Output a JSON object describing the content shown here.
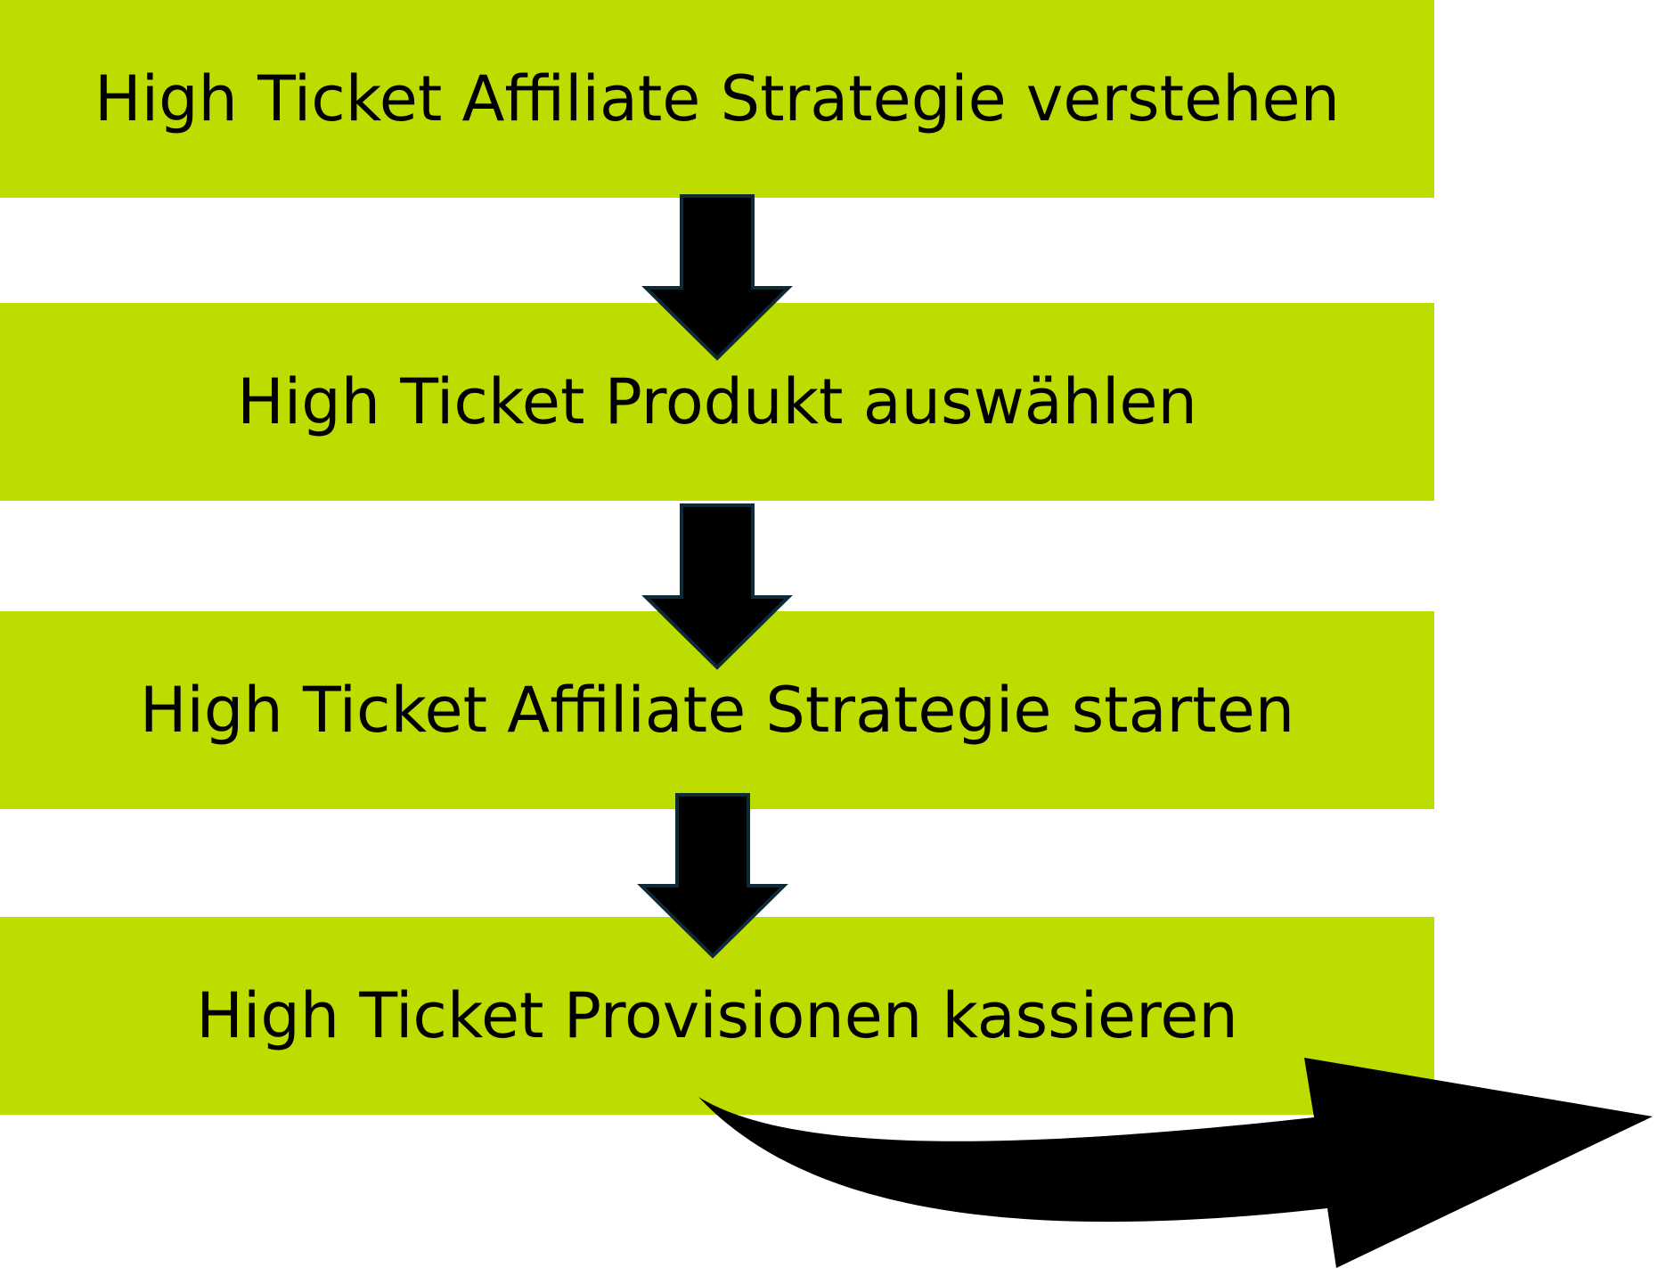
{
  "colors": {
    "box_fill": "#bddd00",
    "text": "#000000",
    "arrow_fill": "#000000",
    "arrow_outline": "#0e2a36",
    "background": "#ffffff"
  },
  "steps": [
    {
      "label": "High Ticket Affiliate Strategie verstehen"
    },
    {
      "label": "High Ticket Produkt auswählen"
    },
    {
      "label": "High Ticket Affiliate Strategie starten"
    },
    {
      "label": "High Ticket Provisionen kassieren"
    }
  ],
  "connectors": [
    {
      "from": 0,
      "to": 1,
      "icon": "arrow-down-icon"
    },
    {
      "from": 1,
      "to": 2,
      "icon": "arrow-down-icon"
    },
    {
      "from": 2,
      "to": 3,
      "icon": "arrow-down-icon"
    }
  ],
  "exit_arrow": {
    "icon": "curved-arrow-right-icon"
  }
}
